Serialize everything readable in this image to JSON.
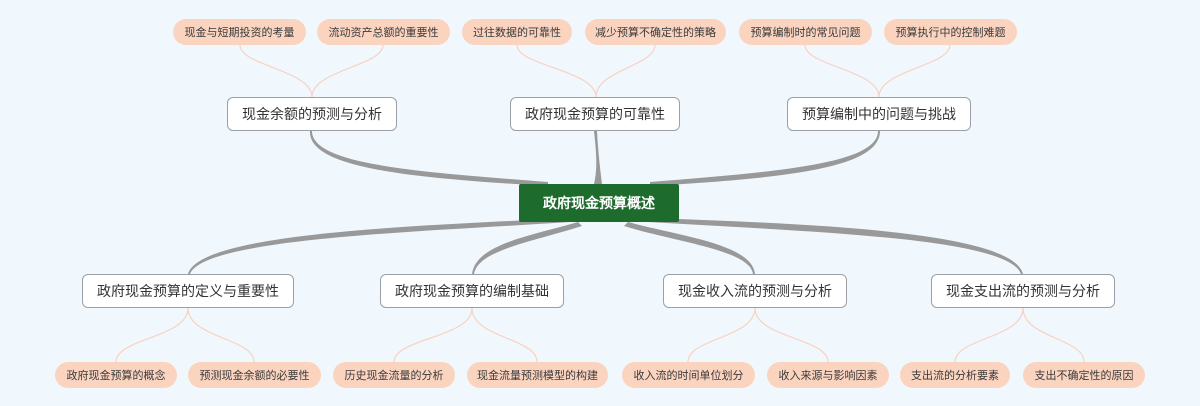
{
  "root": {
    "label": "政府现金预算概述"
  },
  "branches": [
    {
      "label": "现金余额的预测与分析",
      "leaves": [
        "现金与短期投资的考量",
        "流动资产总额的重要性"
      ]
    },
    {
      "label": "政府现金预算的可靠性",
      "leaves": [
        "过往数据的可靠性",
        "减少预算不确定性的策略"
      ]
    },
    {
      "label": "预算编制中的问题与挑战",
      "leaves": [
        "预算编制时的常见问题",
        "预算执行中的控制难题"
      ]
    },
    {
      "label": "政府现金预算的定义与重要性",
      "leaves": [
        "政府现金预算的概念",
        "预测现金余额的必要性"
      ]
    },
    {
      "label": "政府现金预算的编制基础",
      "leaves": [
        "历史现金流量的分析",
        "现金流量预测模型的构建"
      ]
    },
    {
      "label": "现金收入流的预测与分析",
      "leaves": [
        "收入流的时间单位划分",
        "收入来源与影响因素"
      ]
    },
    {
      "label": "现金支出流的预测与分析",
      "leaves": [
        "支出流的分析要素",
        "支出不确定性的原因"
      ]
    }
  ],
  "colors": {
    "background": "#f1f8fd",
    "root_fill": "#1e6b2e",
    "branch_connector": "#999999",
    "leaf_connector": "#f6d2c2",
    "leaf_fill": "#fbd4c0"
  }
}
